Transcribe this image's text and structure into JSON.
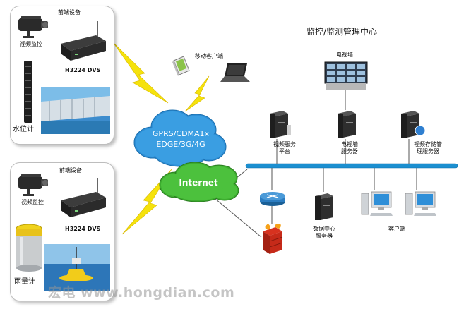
{
  "top_panel": {
    "title": "前端设备",
    "camera_label": "视频监控",
    "dvs_label": "H3224 DVS",
    "sensor_label": "水位计"
  },
  "bottom_panel": {
    "title": "前端设备",
    "camera_label": "视频监控",
    "dvs_label": "H3224 DVS",
    "sensor_label": "雨量计"
  },
  "network": {
    "mobile_label": "移动客户端",
    "wireless_label_lines": [
      "GPRS/CDMA1x",
      "EDGE/3G/4G"
    ],
    "internet_label": "Internet"
  },
  "center": {
    "title": "监控/监测管理中心",
    "tv_wall_label": "电视墙",
    "servers": [
      {
        "label_lines": [
          "视频服务",
          "平台"
        ]
      },
      {
        "label_lines": [
          "电视墙",
          "服务器"
        ]
      },
      {
        "label_lines": [
          "视频存储管",
          "理服务器"
        ]
      }
    ],
    "data_server_label_lines": [
      "数据中心",
      "服务器"
    ],
    "client_label": "客户端"
  },
  "watermark": {
    "text": "宏电 www.hongdian.com"
  },
  "colors": {
    "bus": "#1b8fd0",
    "lightning": "#f5e20c",
    "wireless_cloud": "#2e8fd6",
    "internet_cloud": "#3dac2f"
  }
}
